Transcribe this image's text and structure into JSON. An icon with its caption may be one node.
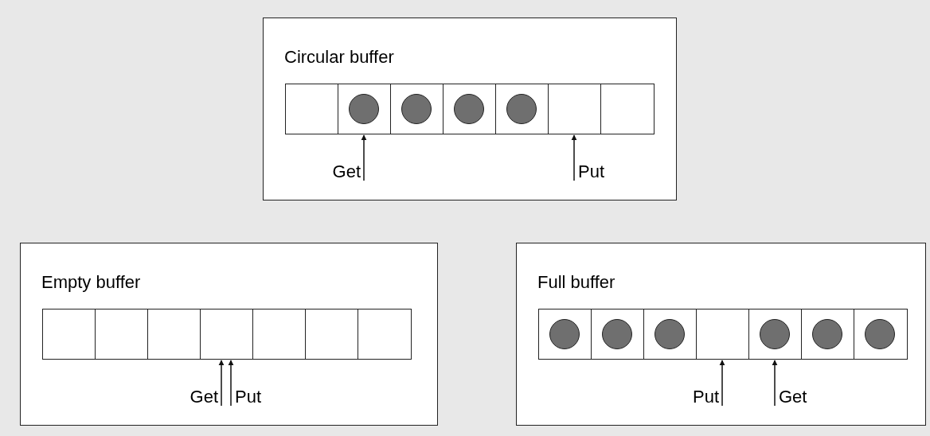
{
  "diagram": {
    "nodes": [
      {
        "text": [
          "Circular buffer"
        ]
      },
      {
        "text": [],
        "shape": "box",
        "in": 0
      },
      {
        "text": [],
        "shape": "box",
        "in": 0
      },
      {
        "text": [],
        "shape": "box",
        "in": 0
      },
      {
        "text": [],
        "shape": "box",
        "in": 0
      },
      {
        "text": [],
        "shape": "box",
        "in": 0
      },
      {
        "text": [],
        "shape": "box",
        "in": 0
      },
      {
        "text": [],
        "shape": "box",
        "in": 0
      },
      {
        "text": [],
        "shape": "circle",
        "in": 2
      },
      {
        "text": [],
        "shape": "circle",
        "in": 3
      },
      {
        "text": [],
        "shape": "circle",
        "in": 4
      },
      {
        "text": [],
        "shape": "circle",
        "in": 5
      },
      {
        "text": [
          "Get"
        ],
        "in": 0
      },
      {
        "text": [
          "Put"
        ],
        "in": 0
      },
      {
        "text": [
          "Empty buffer"
        ]
      },
      {
        "text": [],
        "shape": "box",
        "in": 14
      },
      {
        "text": [],
        "shape": "box",
        "in": 14
      },
      {
        "text": [],
        "shape": "box",
        "in": 14
      },
      {
        "text": [],
        "shape": "box",
        "in": 14
      },
      {
        "text": [],
        "shape": "box",
        "in": 14
      },
      {
        "text": [],
        "shape": "box",
        "in": 14
      },
      {
        "text": [],
        "shape": "box",
        "in": 14
      },
      {
        "text": [
          "Get"
        ],
        "in": 14
      },
      {
        "text": [
          "Put"
        ],
        "in": 14
      },
      {
        "text": [
          "Full buffer"
        ]
      },
      {
        "text": [],
        "shape": "box",
        "in": 24
      },
      {
        "text": [],
        "shape": "box",
        "in": 24
      },
      {
        "text": [],
        "shape": "box",
        "in": 24
      },
      {
        "text": [],
        "shape": "box",
        "in": 24
      },
      {
        "text": [],
        "shape": "box",
        "in": 24
      },
      {
        "text": [],
        "shape": "box",
        "in": 24
      },
      {
        "text": [],
        "shape": "box",
        "in": 24
      },
      {
        "text": [],
        "shape": "circle",
        "in": 25
      },
      {
        "text": [],
        "shape": "circle",
        "in": 26
      },
      {
        "text": [],
        "shape": "circle",
        "in": 27
      },
      {
        "text": [],
        "shape": "circle",
        "in": 29
      },
      {
        "text": [],
        "shape": "circle",
        "in": 30
      },
      {
        "text": [],
        "shape": "circle",
        "in": 31
      },
      {
        "text": [
          "Put"
        ],
        "in": 24
      },
      {
        "text": [
          "Get"
        ],
        "in": 24
      }
    ],
    "edges": [
      {
        "from": 12,
        "to": 2,
        "arrow": "to"
      },
      {
        "from": 13,
        "to": 6,
        "arrow": "to"
      },
      {
        "from": 22,
        "to": 18,
        "arrow": "to"
      },
      {
        "from": 23,
        "to": 18,
        "arrow": "to"
      },
      {
        "from": 38,
        "to": 28,
        "arrow": "to"
      },
      {
        "from": 39,
        "to": 29,
        "arrow": "to"
      }
    ]
  }
}
